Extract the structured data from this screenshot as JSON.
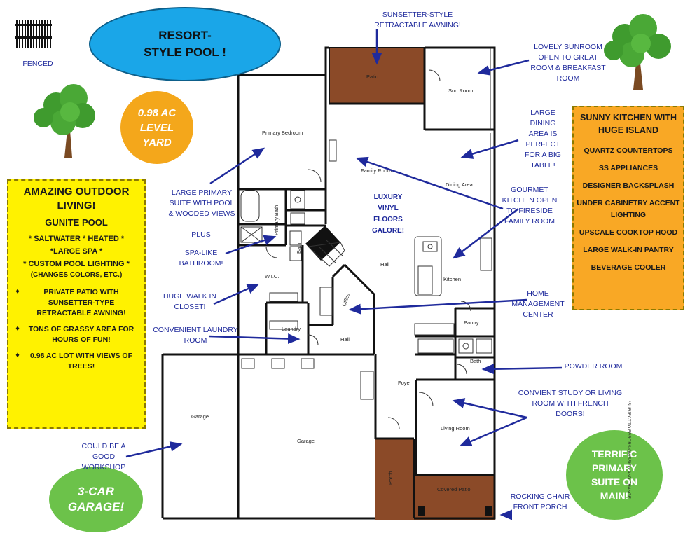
{
  "colors": {
    "wall": "#111111",
    "porch_brown": "#8b4a28",
    "pool_blue": "#1aa6e8",
    "badge_orange": "#f4a71b",
    "badge_green": "#6cc24a",
    "panel_yellow": "#fff200",
    "panel_orange": "#f9a825",
    "note_blue": "#1f2a9c",
    "tree_green": "#3f9b2e",
    "trunk": "#7a4a22"
  },
  "badges": {
    "pool": "RESORT-STYLE POOL !",
    "yard": "0.98 AC LEVEL YARD",
    "garage": "3-CAR GARAGE!",
    "suite": "TERRIFIC PRIMARY SUITE ON MAIN!"
  },
  "fence_label": "FENCED",
  "outdoor_panel": {
    "title": "AMAZING OUTDOOR LIVING!",
    "subtitle": "GUNITE POOL",
    "line1": "* SALTWATER * HEATED *",
    "line2": "*LARGE SPA *",
    "line3": "* CUSTOM POOL LIGHTING *",
    "line4": "(CHANGES COLORS, ETC.)",
    "bullet1": "PRIVATE PATIO WITH SUNSETTER-TYPE RETRACTABLE AWNING!",
    "bullet2": "TONS OF GRASSY AREA FOR HOURS OF FUN!",
    "bullet3": "0.98 AC LOT WITH VIEWS OF TREES!",
    "bullet_glyph": "♦"
  },
  "kitchen_panel": {
    "title": "SUNNY KITCHEN WITH HUGE ISLAND",
    "items": [
      "QUARTZ COUNTERTOPS",
      "SS APPLIANCES",
      "DESIGNER BACKSPLASH",
      "UNDER CABINETRY ACCENT LIGHTING",
      "UPSCALE COOKTOP HOOD",
      "LARGE WALK-IN PANTRY",
      "BEVERAGE COOLER"
    ]
  },
  "notes": {
    "awning": "SUNSETTER-STYLE RETRACTABLE AWNING!",
    "sunroom": "LOVELY SUNROOM OPEN TO GREAT ROOM & BREAKFAST ROOM",
    "dining": "LARGE DINING AREA IS PERFECT FOR A BIG TABLE!",
    "gourmet": "GOURMET KITCHEN OPEN TO FIRESIDE FAMILY ROOM",
    "primary_suite": "LARGE PRIMARY SUITE WITH POOL & WOODED VIEWS",
    "plus": "PLUS",
    "bath": "SPA-LIKE BATHROOM!",
    "luxury": "LUXURY VINYL FLOORS GALORE!",
    "closet": "HUGE WALK IN CLOSET!",
    "home_mgmt": "HOME MANAGEMENT CENTER",
    "laundry": "CONVENIENT LAUNDRY ROOM",
    "powder": "POWDER ROOM",
    "study": "CONVIENT STUDY OR LIVING ROOM WITH FRENCH DOORS!",
    "workshop": "COULD BE A GOOD WORKSHOP",
    "porch": "ROCKING CHAIR FRONT PORCH",
    "disclaimer": "*SUBJECT TO ERRORS OMISSION AND CHANGE"
  },
  "rooms": {
    "patio": "Patio",
    "sun_room": "Sun Room",
    "primary_bedroom": "Primary Bedroom",
    "family_room": "Family Room",
    "dining_area": "Dining Area",
    "primary_bath": "Primary Bath",
    "bath": "Bath",
    "wic": "W.I.C.",
    "hall": "Hall",
    "kitchen": "Kitchen",
    "office": "Office",
    "laundry": "Laundry",
    "hall2": "Hall",
    "pantry": "Pantry",
    "bath2": "Bath",
    "garage1": "Garage",
    "garage2": "Garage",
    "foyer": "Foyer",
    "living_room": "Living Room",
    "porch": "Porch",
    "covered_patio": "Covered Patio"
  }
}
